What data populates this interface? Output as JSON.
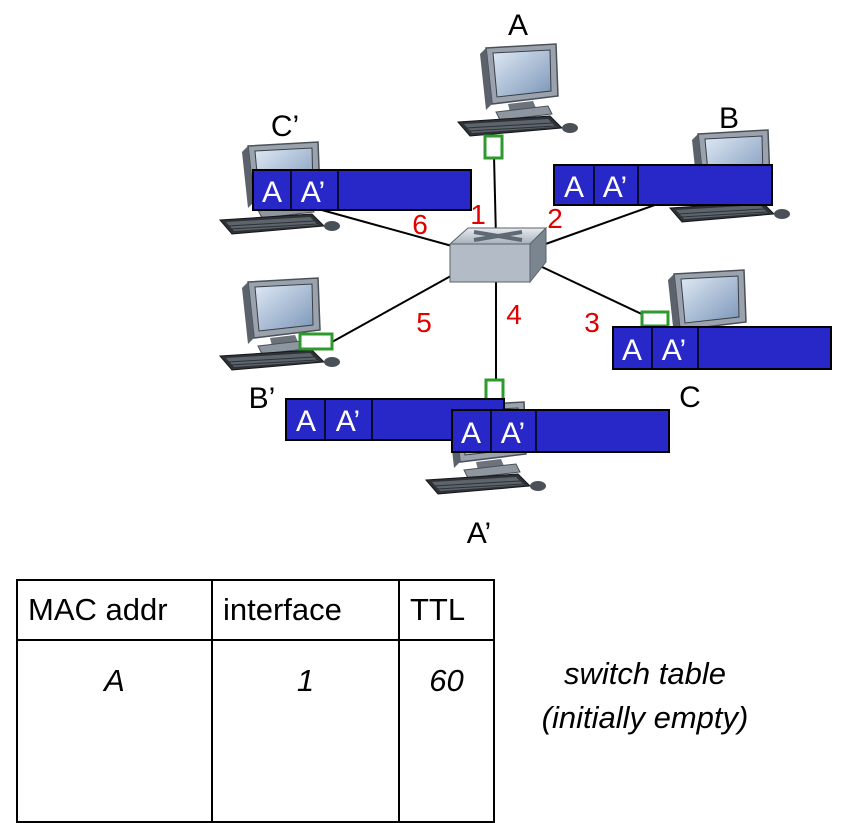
{
  "hosts": {
    "A": "A",
    "B": "B",
    "C": "C",
    "A_prime": "A’",
    "B_prime": "B’",
    "C_prime": "C’"
  },
  "ports": [
    "1",
    "2",
    "3",
    "4",
    "5",
    "6"
  ],
  "frame": {
    "src": "A",
    "dst": "A’"
  },
  "switch_table": {
    "headers": [
      "MAC addr",
      "interface",
      "TTL"
    ],
    "rows": [
      {
        "mac": "A",
        "interface": "1",
        "ttl": "60"
      }
    ],
    "caption_line1": "switch table",
    "caption_line2": "(initially empty)"
  },
  "colors": {
    "frame_fill": "#2828c8",
    "port_label": "#e00000",
    "link_port": "#2e9a2e"
  }
}
